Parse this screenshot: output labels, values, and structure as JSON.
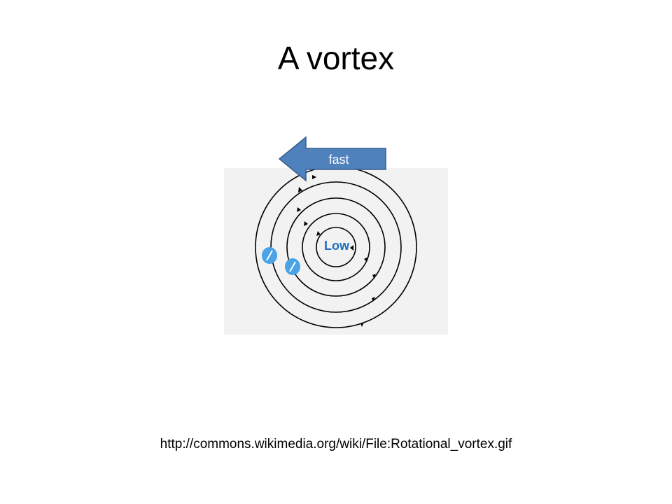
{
  "slide": {
    "title": "A vortex",
    "caption": "http://commons.wikimedia.org/wiki/File:Rotational_vortex.gif"
  },
  "diagram": {
    "arrow_label": "fast",
    "center_label": "Low",
    "colors": {
      "arrow_fill": "#4f81bd",
      "arrow_stroke": "#385d8a",
      "center_label": "#1f6fbf",
      "particle_fill": "#4aa3e6",
      "image_background": "#f2f2f2",
      "rings": "#000000"
    }
  }
}
